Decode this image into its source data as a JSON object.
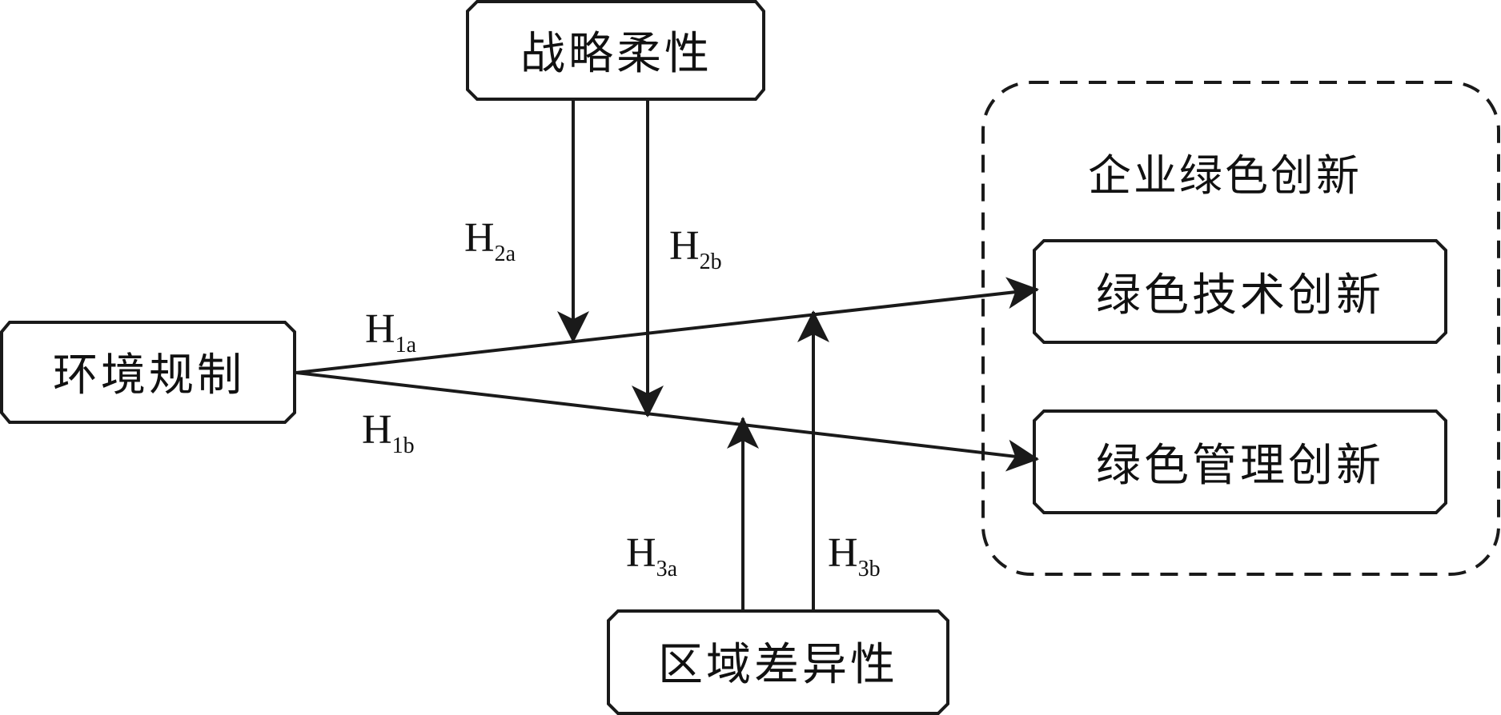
{
  "nodes": {
    "strategic_flexibility": "战略柔性",
    "environmental_regulation": "环境规制",
    "regional_difference": "区域差异性",
    "green_tech_innovation": "绿色技术创新",
    "green_mgmt_innovation": "绿色管理创新"
  },
  "group": {
    "label": "企业绿色创新"
  },
  "hypotheses": {
    "h1a": {
      "main": "H",
      "sub": "1a"
    },
    "h1b": {
      "main": "H",
      "sub": "1b"
    },
    "h2a": {
      "main": "H",
      "sub": "2a"
    },
    "h2b": {
      "main": "H",
      "sub": "2b"
    },
    "h3a": {
      "main": "H",
      "sub": "3a"
    },
    "h3b": {
      "main": "H",
      "sub": "3b"
    }
  },
  "colors": {
    "stroke": "#1a1a1a",
    "text": "#111111",
    "background": "#ffffff"
  }
}
